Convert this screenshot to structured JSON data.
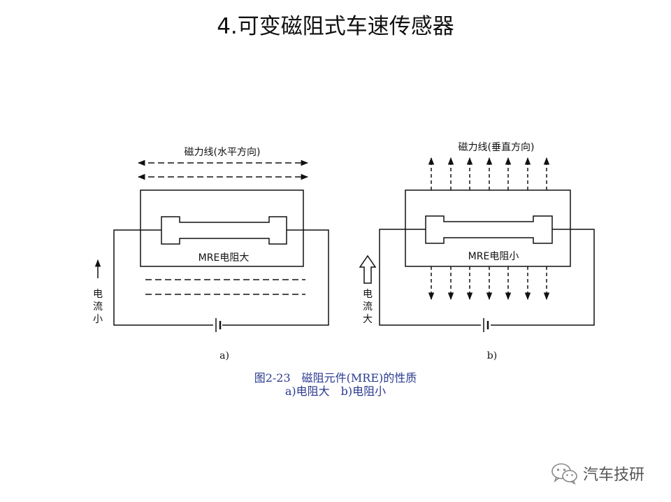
{
  "title": "4.可变磁阻式车速传感器",
  "panel_a": {
    "field_label": "磁力线(水平方向)",
    "element_label": "MRE电阻大",
    "current_label": [
      "电",
      "流",
      "小"
    ],
    "sublabel": "a)"
  },
  "panel_b": {
    "field_label": "磁力线(垂直方向)",
    "element_label": "MRE电阻小",
    "current_label": [
      "电",
      "流",
      "大"
    ],
    "sublabel": "b)"
  },
  "caption": {
    "line1": "图2-23　磁阻元件(MRE)的性质",
    "line2": "a)电阻大　b)电阻小"
  },
  "watermark": {
    "text": "汽车技研",
    "icon": "wechat-icon"
  },
  "colors": {
    "caption": "#2b3a8f",
    "line": "#111111"
  }
}
